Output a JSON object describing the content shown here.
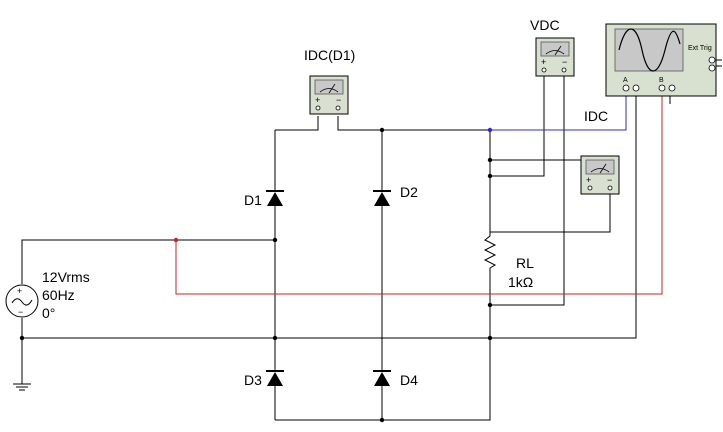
{
  "source": {
    "voltage": "12Vrms",
    "frequency": "60Hz",
    "phase": "0°"
  },
  "diodes": [
    {
      "label": "D1"
    },
    {
      "label": "D2"
    },
    {
      "label": "D3"
    },
    {
      "label": "D4"
    }
  ],
  "load": {
    "name": "RL",
    "value": "1kΩ"
  },
  "meters": {
    "idc_d1": "IDC(D1)",
    "vdc": "VDC",
    "idc": "IDC"
  },
  "oscilloscope": {
    "ext_trig": "Ext Trig",
    "channel_a": "A",
    "channel_b": "B"
  },
  "colors": {
    "wire": "#000000",
    "channel_a_wire": "#2b2bd6",
    "channel_b_wire": "#d02020",
    "instrument_body": "#d8e0d0",
    "screen": "#c8c8c8"
  }
}
